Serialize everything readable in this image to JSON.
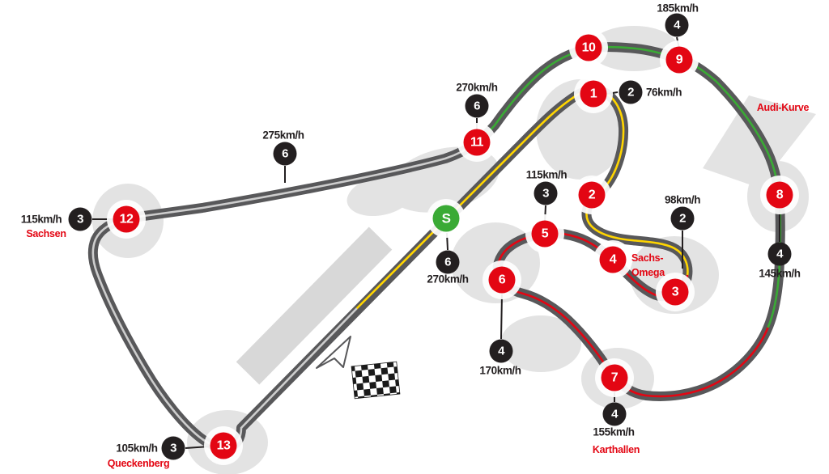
{
  "start_marker": "S",
  "corners": [
    "1",
    "2",
    "3",
    "4",
    "5",
    "6",
    "7",
    "8",
    "9",
    "10",
    "11",
    "12",
    "13"
  ],
  "labels": {
    "t1": {
      "speed": "76km/h",
      "gear": "2"
    },
    "t2": {
      "speed": "98km/h",
      "gear": "2"
    },
    "t5": {
      "speed": "115km/h",
      "gear": "3"
    },
    "t6": {
      "speed": "170km/h",
      "gear": "4"
    },
    "t7": {
      "speed": "155km/h",
      "gear": "4"
    },
    "t8": {
      "speed": "145km/h",
      "gear": "4"
    },
    "t9": {
      "speed": "185km/h",
      "gear": "4"
    },
    "t11": {
      "speed": "270km/h",
      "gear": "6"
    },
    "t12": {
      "speed": "115km/h",
      "gear": "3"
    },
    "t13": {
      "speed": "105km/h",
      "gear": "3"
    },
    "back_straight": {
      "speed": "275km/h",
      "gear": "6"
    },
    "finish_straight": {
      "speed": "270km/h",
      "gear": "6"
    }
  },
  "corner_names": {
    "audi": "Audi-Kurve",
    "sachsen": "Sachsen",
    "queckenberg": "Queckenberg",
    "karthallen": "Karthallen",
    "omega_line1": "Sachs-",
    "omega_line2": "Omega"
  },
  "colors": {
    "track": "#58585a",
    "corner_marker": "#e30613",
    "gear_marker": "#231f20",
    "start_marker": "#3aaa35",
    "sector1_yellow": "#ffd500",
    "sector2_red": "#e30613",
    "sector3_green": "#3aaa35",
    "sector4_white": "#cdcdcd",
    "runoff": "#e3e3e3"
  }
}
